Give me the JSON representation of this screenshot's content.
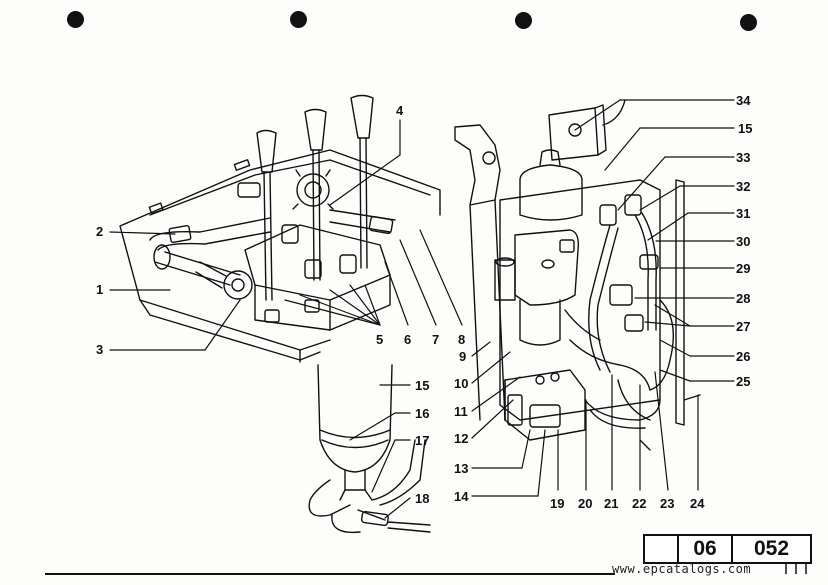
{
  "diagram": {
    "callouts": {
      "c1": "1",
      "c2": "2",
      "c3": "3",
      "c4": "4",
      "c5": "5",
      "c6": "6",
      "c7": "7",
      "c8": "8",
      "c9": "9",
      "c10": "10",
      "c11": "11",
      "c12": "12",
      "c13": "13",
      "c14": "14",
      "c15a": "15",
      "c15b": "15",
      "c16": "16",
      "c17": "17",
      "c18": "18",
      "c19": "19",
      "c20": "20",
      "c21": "21",
      "c22": "22",
      "c23": "23",
      "c24": "24",
      "c25": "25",
      "c26": "26",
      "c27": "27",
      "c28": "28",
      "c29": "29",
      "c30": "30",
      "c31": "31",
      "c32": "32",
      "c33": "33",
      "c34": "34"
    }
  },
  "page_ref": {
    "group": "06",
    "page": "052"
  },
  "watermark": "www.epcatalogs.com"
}
